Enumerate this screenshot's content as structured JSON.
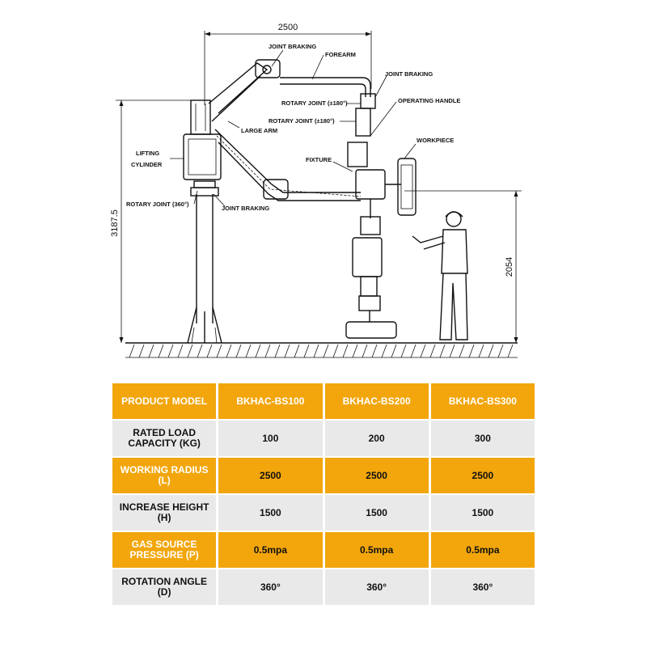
{
  "diagram": {
    "dimensions": {
      "width": "2500",
      "total_height": "3187.5",
      "working_height": "2054"
    },
    "labels": {
      "joint_braking_top": "JOINT BRAKING",
      "forearm": "FOREARM",
      "joint_braking_right": "JOINT BRAKING",
      "rotary_joint_180_a": "ROTARY JOINT (±180°)",
      "operating_handle": "OPERATING HANDLE",
      "rotary_joint_180_b": "ROTARY JOINT (±180°)",
      "large_arm": "LARGE ARM",
      "workpiece": "WORKPIECE",
      "lifting": "LIFTING",
      "cylinder": "CYLINDER",
      "fixture": "FIXTURE",
      "rotary_joint_360": "ROTARY JOINT (360°)",
      "joint_braking_bottom": "JOINT BRAKING"
    }
  },
  "table": {
    "header": {
      "label": "PRODUCT MODEL",
      "models": [
        "BKHAC-BS100",
        "BKHAC-BS200",
        "BKHAC-BS300"
      ]
    },
    "rows": [
      {
        "label_line1": "RATED LOAD",
        "label_line2": "CAPACITY (KG)",
        "values": [
          "100",
          "200",
          "300"
        ]
      },
      {
        "label_line1": "WORKING RADIUS",
        "label_line2": "(L)",
        "values": [
          "2500",
          "2500",
          "2500"
        ]
      },
      {
        "label_line1": "INCREASE HEIGHT",
        "label_line2": "(H)",
        "values": [
          "1500",
          "1500",
          "1500"
        ]
      },
      {
        "label_line1": "GAS SOURCE",
        "label_line2": "PRESSURE (P)",
        "values": [
          "0.5mpa",
          "0.5mpa",
          "0.5mpa"
        ]
      },
      {
        "label_line1": "ROTATION ANGLE",
        "label_line2": "(D)",
        "values": [
          "360°",
          "360°",
          "360°"
        ]
      }
    ]
  },
  "colors": {
    "accent": "#f2a60c",
    "row_grey": "#e9e9e9",
    "header_text": "#ffffff"
  }
}
